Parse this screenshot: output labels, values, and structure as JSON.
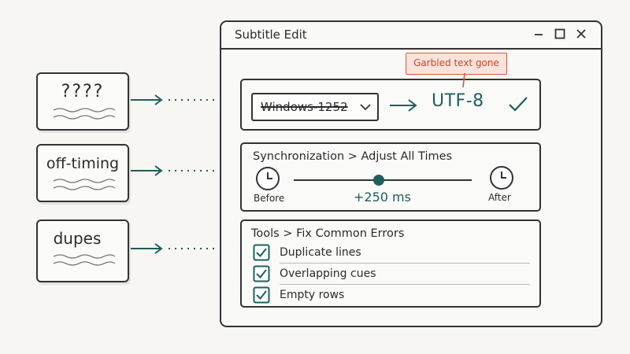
{
  "problems": [
    {
      "label": "????"
    },
    {
      "label": "off-timing"
    },
    {
      "label": "dupes"
    }
  ],
  "window": {
    "title": "Subtitle Edit",
    "controls": [
      "minimize-icon",
      "maximize-icon",
      "close-icon"
    ]
  },
  "encoding": {
    "from": "Windows-1252",
    "to": "UTF-8",
    "callout": "Garbled text gone"
  },
  "sync": {
    "menu_path": "Synchronization > Adjust All Times",
    "before_label": "Before",
    "after_label": "After",
    "offset": "+250 ms"
  },
  "tools": {
    "menu_path": "Tools > Fix Common Errors",
    "items": [
      {
        "label": "Duplicate lines",
        "checked": true
      },
      {
        "label": "Overlapping cues",
        "checked": true
      },
      {
        "label": "Empty rows",
        "checked": true
      }
    ]
  },
  "colors": {
    "accent": "#1e5f5c",
    "callout_border": "#d9593e",
    "callout_fill": "#fbe3dc"
  }
}
